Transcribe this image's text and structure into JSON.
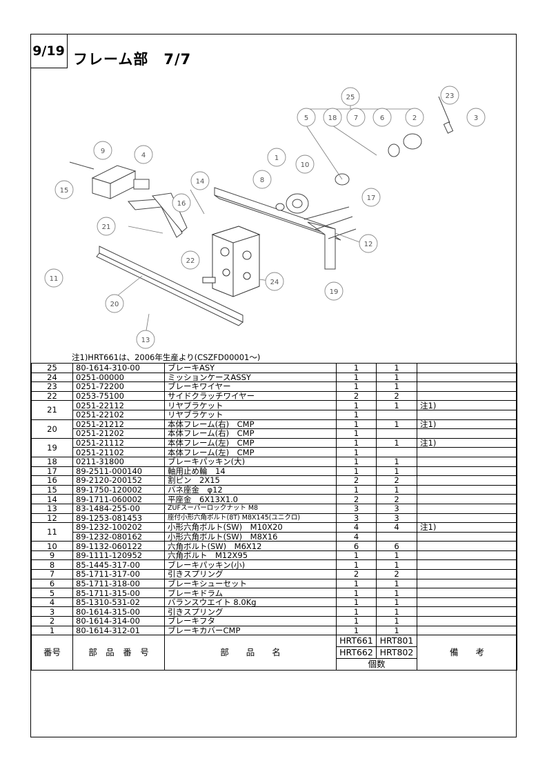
{
  "page_number": "9/19",
  "title": "フレーム部　7/7",
  "note": "注1)HRT661は、2006年生産より(CSZFD00001～)",
  "diagram_callouts": [
    "25",
    "23",
    "5",
    "18",
    "7",
    "6",
    "2",
    "3",
    "9",
    "4",
    "15",
    "1",
    "10",
    "14",
    "8",
    "16",
    "17",
    "21",
    "12",
    "22",
    "24",
    "11",
    "19",
    "20",
    "13"
  ],
  "table": {
    "headers": {
      "no": "番号",
      "part_no": "部　品　番　号",
      "part_name": "部　　品　　名",
      "model1a": "HRT661",
      "model1b": "HRT662",
      "model2a": "HRT801",
      "model2b": "HRT802",
      "qty": "個数",
      "remarks": "備　　考"
    },
    "rows": [
      {
        "no": "25",
        "pn": "80-1614-310-00",
        "name": "ブレーキASY",
        "q1": "1",
        "q2": "1",
        "rem": ""
      },
      {
        "no": "24",
        "pn": "0251-00000",
        "name": "ミッションケースASSY",
        "q1": "1",
        "q2": "1",
        "rem": ""
      },
      {
        "no": "23",
        "pn": "0251-72200",
        "name": "ブレーキワイヤー",
        "q1": "1",
        "q2": "1",
        "rem": ""
      },
      {
        "no": "22",
        "pn": "0253-75100",
        "name": "サイドクラッチワイヤー",
        "q1": "2",
        "q2": "2",
        "rem": ""
      },
      {
        "no": "21",
        "pn": "0251-22112",
        "name": "リヤブラケット",
        "q1": "1",
        "q2": "1",
        "rem": "注1)"
      },
      {
        "no": "",
        "pn": "0251-22102",
        "name": "リヤブラケット",
        "q1": "1",
        "q2": "",
        "rem": ""
      },
      {
        "no": "20",
        "pn": "0251-21212",
        "name": "本体フレーム(右)　CMP",
        "q1": "1",
        "q2": "1",
        "rem": "注1)"
      },
      {
        "no": "",
        "pn": "0251-21202",
        "name": "本体フレーム(右)　CMP",
        "q1": "1",
        "q2": "",
        "rem": ""
      },
      {
        "no": "19",
        "pn": "0251-21112",
        "name": "本体フレーム(左)　CMP",
        "q1": "1",
        "q2": "1",
        "rem": "注1)"
      },
      {
        "no": "",
        "pn": "0251-21102",
        "name": "本体フレーム(左)　CMP",
        "q1": "1",
        "q2": "",
        "rem": ""
      },
      {
        "no": "18",
        "pn": "0211-31800",
        "name": "ブレーキパッキン(大)",
        "q1": "1",
        "q2": "1",
        "rem": ""
      },
      {
        "no": "17",
        "pn": "89-2511-000140",
        "name": "軸用止め輪　14",
        "q1": "1",
        "q2": "1",
        "rem": ""
      },
      {
        "no": "16",
        "pn": "89-2120-200152",
        "name": "割ピン　2X15",
        "q1": "2",
        "q2": "2",
        "rem": ""
      },
      {
        "no": "15",
        "pn": "89-1750-120002",
        "name": "バネ座金　φ12",
        "q1": "1",
        "q2": "1",
        "rem": ""
      },
      {
        "no": "14",
        "pn": "89-1711-060002",
        "name": "平座金　6X13X1.0",
        "q1": "2",
        "q2": "2",
        "rem": ""
      },
      {
        "no": "13",
        "pn": "83-1484-255-00",
        "name": "ZUFスーパーロックナット M8",
        "q1": "3",
        "q2": "3",
        "rem": "",
        "small": true
      },
      {
        "no": "12",
        "pn": "89-1253-081453",
        "name": "座付小形六角ボルト(8T) M8X145(ユニクロ)",
        "q1": "3",
        "q2": "3",
        "rem": "",
        "small": true
      },
      {
        "no": "11",
        "pn": "89-1232-100202",
        "name": "小形六角ボルト(SW)　M10X20",
        "q1": "4",
        "q2": "4",
        "rem": "注1)"
      },
      {
        "no": "",
        "pn": "89-1232-080162",
        "name": "小形六角ボルト(SW)　M8X16",
        "q1": "4",
        "q2": "",
        "rem": ""
      },
      {
        "no": "10",
        "pn": "89-1132-060122",
        "name": "六角ボルト(SW)　M6X12",
        "q1": "6",
        "q2": "6",
        "rem": ""
      },
      {
        "no": "9",
        "pn": "89-1111-120952",
        "name": "六角ボルト　M12X95",
        "q1": "1",
        "q2": "1",
        "rem": ""
      },
      {
        "no": "8",
        "pn": "85-1445-317-00",
        "name": "ブレーキパッキン(小)",
        "q1": "1",
        "q2": "1",
        "rem": ""
      },
      {
        "no": "7",
        "pn": "85-1711-317-00",
        "name": "引きスプリング",
        "q1": "2",
        "q2": "2",
        "rem": ""
      },
      {
        "no": "6",
        "pn": "85-1711-318-00",
        "name": "ブレーキシューセット",
        "q1": "1",
        "q2": "1",
        "rem": ""
      },
      {
        "no": "5",
        "pn": "85-1711-315-00",
        "name": "ブレーキドラム",
        "q1": "1",
        "q2": "1",
        "rem": ""
      },
      {
        "no": "4",
        "pn": "85-1310-531-02",
        "name": "バランスウエイト 8.0Kg",
        "q1": "1",
        "q2": "1",
        "rem": ""
      },
      {
        "no": "3",
        "pn": "80-1614-315-00",
        "name": "引きスプリング",
        "q1": "1",
        "q2": "1",
        "rem": ""
      },
      {
        "no": "2",
        "pn": "80-1614-314-00",
        "name": "ブレーキフタ",
        "q1": "1",
        "q2": "1",
        "rem": ""
      },
      {
        "no": "1",
        "pn": "80-1614-312-01",
        "name": "ブレーキカバーCMP",
        "q1": "1",
        "q2": "1",
        "rem": ""
      }
    ]
  }
}
